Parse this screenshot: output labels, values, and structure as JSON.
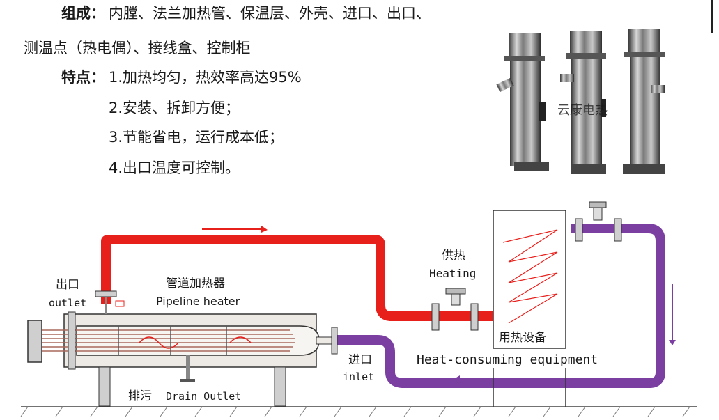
{
  "composition": {
    "label": "组成：",
    "text": "内膛、法兰加热管、保温层、外壳、进口、出口、",
    "text_line2": "测温点（热电偶）、接线盒、控制柜"
  },
  "features": {
    "label": "特点：",
    "items": [
      "1.加热均匀，热效率高达95%",
      "2.安装、拆卸方便；",
      "3.节能省电，运行成本低；",
      "4.出口温度可控制。"
    ]
  },
  "photo": {
    "watermark": "云康电热"
  },
  "diagram": {
    "outlet_cn": "出口",
    "outlet_en": "outlet",
    "heater_cn": "管道加热器",
    "heater_en": "Pipeline heater",
    "heating_cn": "供热",
    "heating_en": "Heating",
    "equipment_cn": "用热设备",
    "equipment_en": "Heat-consuming equipment",
    "inlet_cn": "进口",
    "inlet_en": "inlet",
    "drain_cn": "排污",
    "drain_en": "Drain Outlet"
  },
  "colors": {
    "hot_pipe": "#e8201c",
    "return_pipe": "#7a3fa0",
    "arrow_red": "#e8201c",
    "arrow_purple": "#7a3fa0"
  }
}
